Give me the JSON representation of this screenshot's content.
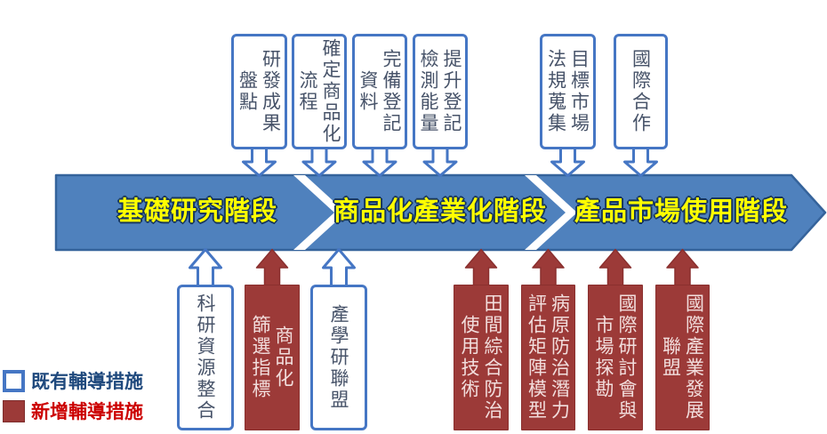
{
  "stages": [
    {
      "label": "基礎研究階段"
    },
    {
      "label": "商品化產業化階段"
    },
    {
      "label": "產品市場使用階段"
    }
  ],
  "top_measures": [
    {
      "category": "existing",
      "columns": [
        "研發成果",
        "盤點"
      ]
    },
    {
      "category": "existing",
      "columns": [
        "確定商品化",
        "流程"
      ]
    },
    {
      "category": "existing",
      "columns": [
        "完備登記",
        "資料"
      ]
    },
    {
      "category": "existing",
      "columns": [
        "提升登記",
        "檢測能量"
      ]
    },
    {
      "category": "existing",
      "columns": [
        "目標市場",
        "法規蒐集"
      ]
    },
    {
      "category": "existing",
      "columns": [
        "國際合作"
      ]
    }
  ],
  "bottom_measures": [
    {
      "category": "existing",
      "columns": [
        "科研資源整合"
      ]
    },
    {
      "category": "new",
      "columns": [
        "商品化",
        "篩選指標"
      ]
    },
    {
      "category": "existing",
      "columns": [
        "產學研聯盟"
      ]
    },
    {
      "category": "new",
      "columns": [
        "田間綜合防治",
        "使用技術"
      ]
    },
    {
      "category": "new",
      "columns": [
        "病原防治潛力",
        "評估矩陣模型"
      ]
    },
    {
      "category": "new",
      "columns": [
        "國際研討會與",
        "市場探勘"
      ]
    },
    {
      "category": "new",
      "columns": [
        "國際產業發展",
        "聯盟"
      ]
    }
  ],
  "legend": {
    "existing_label": "既有輔導措施",
    "new_label": "新增輔導措施"
  },
  "colors": {
    "band_blue": "#4F81BD",
    "band_border": "#35639B",
    "box_border_blue": "#4576C4",
    "existing_text": "#475369",
    "new_red": "#9C3A38",
    "new_text": "#F2DEDD",
    "stage_label_yellow": "#FFFF00",
    "stage_label_outline": "#17365D",
    "legend_existing_text": "#1F497D",
    "legend_new_text": "#CC0000"
  }
}
